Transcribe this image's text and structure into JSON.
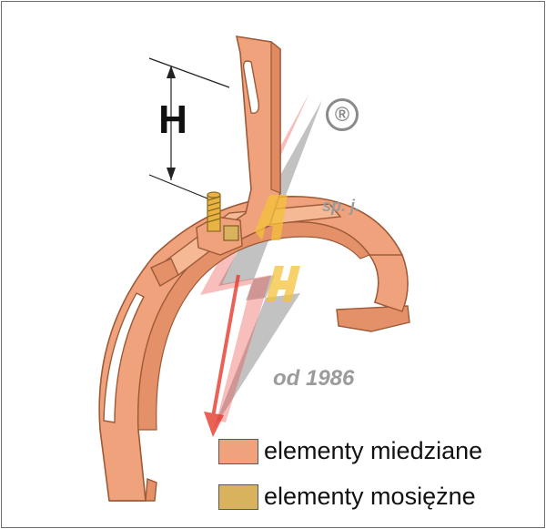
{
  "dimension": {
    "label": "H"
  },
  "legend": [
    {
      "label": "elementy miedziane",
      "color": "#f0a27c"
    },
    {
      "label": "elementy mosiężne",
      "color": "#d9b25e"
    }
  ],
  "watermark": {
    "registered_mark": "®",
    "suffix": "sp. j.",
    "since": "od 1986",
    "logo_letters": "A H"
  },
  "colors": {
    "copper": "#f0a27c",
    "copper_dark": "#b8673f",
    "brass": "#d9b25e",
    "bolt": "#e8b341",
    "bolt_dark": "#8a6a22",
    "bolt_red": "#e83a2c",
    "watermark_gray": "#8f8f8f",
    "watermark_red": "#e8453c",
    "frame": "#6f6f6f"
  },
  "icons": [
    "lightning-bolt-icon",
    "arrow-down-icon"
  ]
}
